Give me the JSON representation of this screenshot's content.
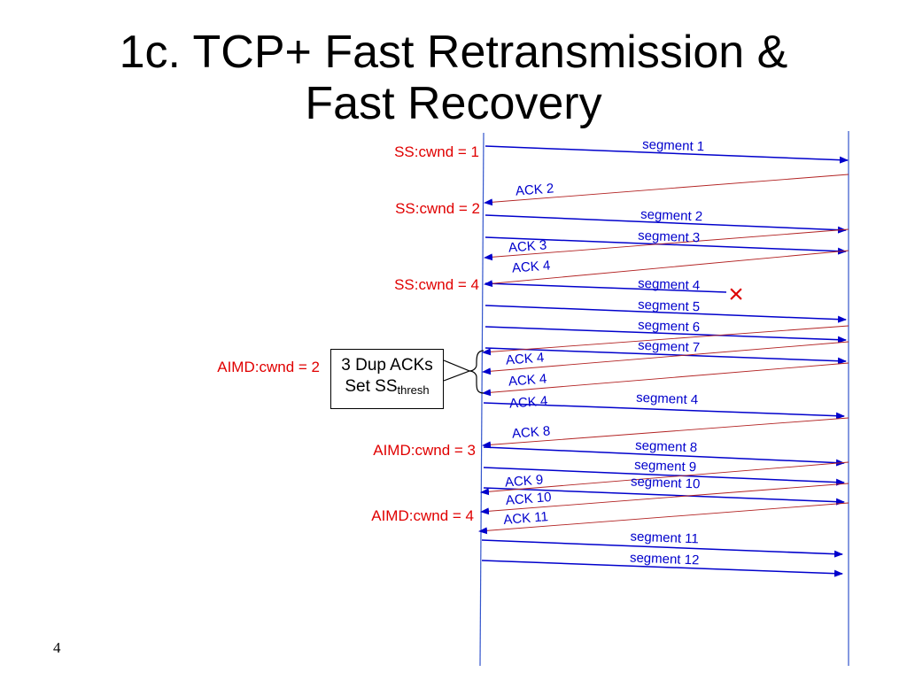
{
  "title": {
    "line1": "1c. TCP+ Fast Retransmission &",
    "line2": "Fast Recovery"
  },
  "page_number": "4",
  "colors": {
    "segment": "#0000cc",
    "ack": "#b22222",
    "state_label": "#e00000",
    "timeline": "#3355cc",
    "loss_mark": "#dd0000",
    "text": "#000000"
  },
  "state_labels": {
    "ss1": "SS:cwnd = 1",
    "ss2": "SS:cwnd = 2",
    "ss4": "SS:cwnd = 4",
    "aimd2": "AIMD:cwnd = 2",
    "aimd3": "AIMD:cwnd = 3",
    "aimd4": "AIMD:cwnd = 4"
  },
  "dup_box": {
    "line1": "3 Dup ACKs",
    "line2_main": "Set SS",
    "line2_sub": "thresh"
  },
  "segments": {
    "s1": "segment 1",
    "s2": "segment 2",
    "s3": "segment 3",
    "s4": "segment 4",
    "s5": "segment 5",
    "s6": "segment 6",
    "s7": "segment 7",
    "s4r": "segment 4",
    "s8": "segment 8",
    "s9": "segment 9",
    "s10": "segment 10",
    "s11": "segment 11",
    "s12": "segment 12"
  },
  "acks": {
    "a2": "ACK 2",
    "a3": "ACK 3",
    "a4": "ACK 4",
    "a4d1": "ACK 4",
    "a4d2": "ACK 4",
    "a4d3": "ACK 4",
    "a8": "ACK 8",
    "a9": "ACK 9",
    "a10": "ACK 10",
    "a11": "ACK 11"
  },
  "loss_mark": "×"
}
